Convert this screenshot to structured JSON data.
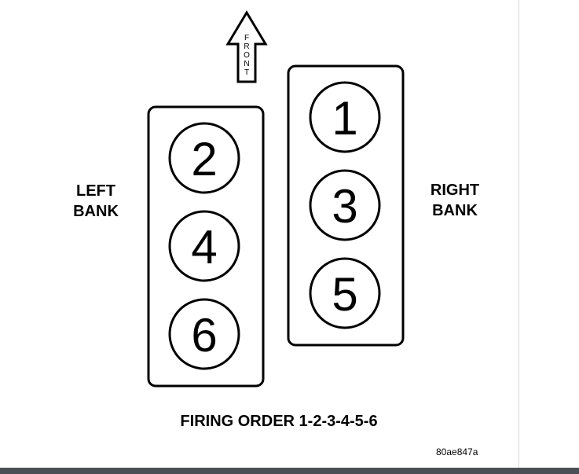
{
  "diagram": {
    "front_label": "FRONT",
    "left_bank": {
      "line1": "LEFT",
      "line2": "BANK",
      "cylinders": [
        "2",
        "4",
        "6"
      ]
    },
    "right_bank": {
      "line1": "RIGHT",
      "line2": "BANK",
      "cylinders": [
        "1",
        "3",
        "5"
      ]
    },
    "caption": "FIRING ORDER 1-2-3-4-5-6",
    "figure_id": "80ae847a"
  }
}
